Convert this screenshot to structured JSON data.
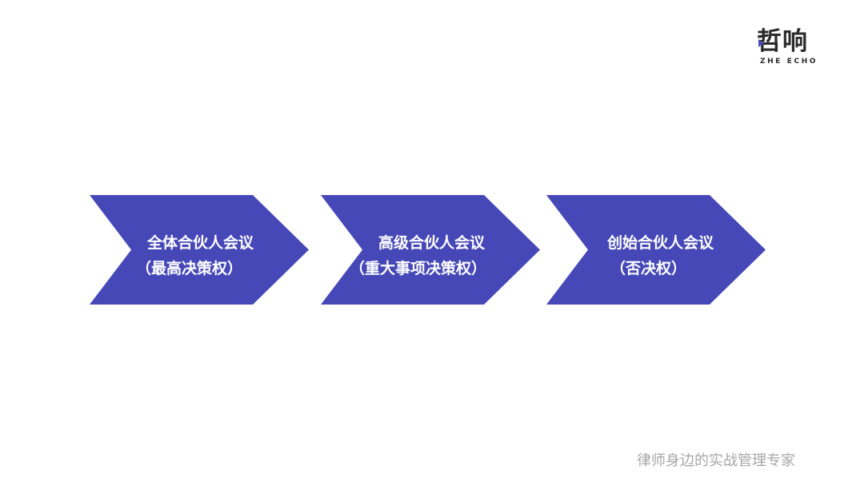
{
  "logo": {
    "mark_text": "哲响",
    "sub_text": "ZHE ECHO"
  },
  "flow": {
    "color": "#4648b8",
    "steps": [
      {
        "title": "全体合伙人会议",
        "subtitle": "（最高决策权）"
      },
      {
        "title": "高级合伙人会议",
        "subtitle": "（重大事项决策权）"
      },
      {
        "title": "创始合伙人会议",
        "subtitle": "（否决权）"
      }
    ]
  },
  "footer": {
    "tagline": "律师身边的实战管理专家"
  }
}
